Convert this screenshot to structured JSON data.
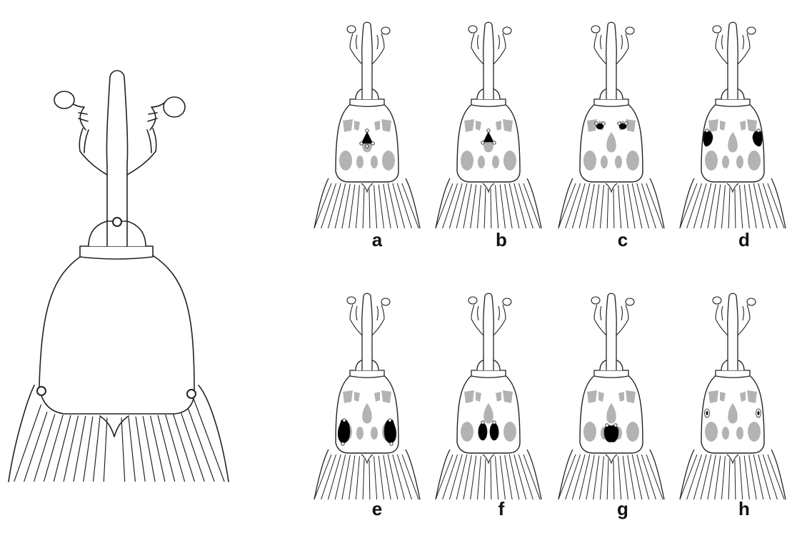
{
  "colors": {
    "line": "#222222",
    "gray": "#b3b3b3",
    "black": "#000000",
    "background": "#ffffff"
  },
  "main_figure": {
    "name": "weevil-head-pronotum-dorsal-view",
    "landmarks": 3
  },
  "panels": [
    {
      "label": "a",
      "pattern": "single-median-black-triangle"
    },
    {
      "label": "b",
      "pattern": "single-median-black-triangle-small"
    },
    {
      "label": "c",
      "pattern": "paired-black-dots-anterior"
    },
    {
      "label": "d",
      "pattern": "paired-black-lateral-patches"
    },
    {
      "label": "e",
      "pattern": "paired-black-posterior-lateral-patches"
    },
    {
      "label": "f",
      "pattern": "paired-black-posterior-median-patches"
    },
    {
      "label": "g",
      "pattern": "fused-black-posterior-median-patch"
    },
    {
      "label": "h",
      "pattern": "paired-lateral-open-ovals"
    }
  ]
}
